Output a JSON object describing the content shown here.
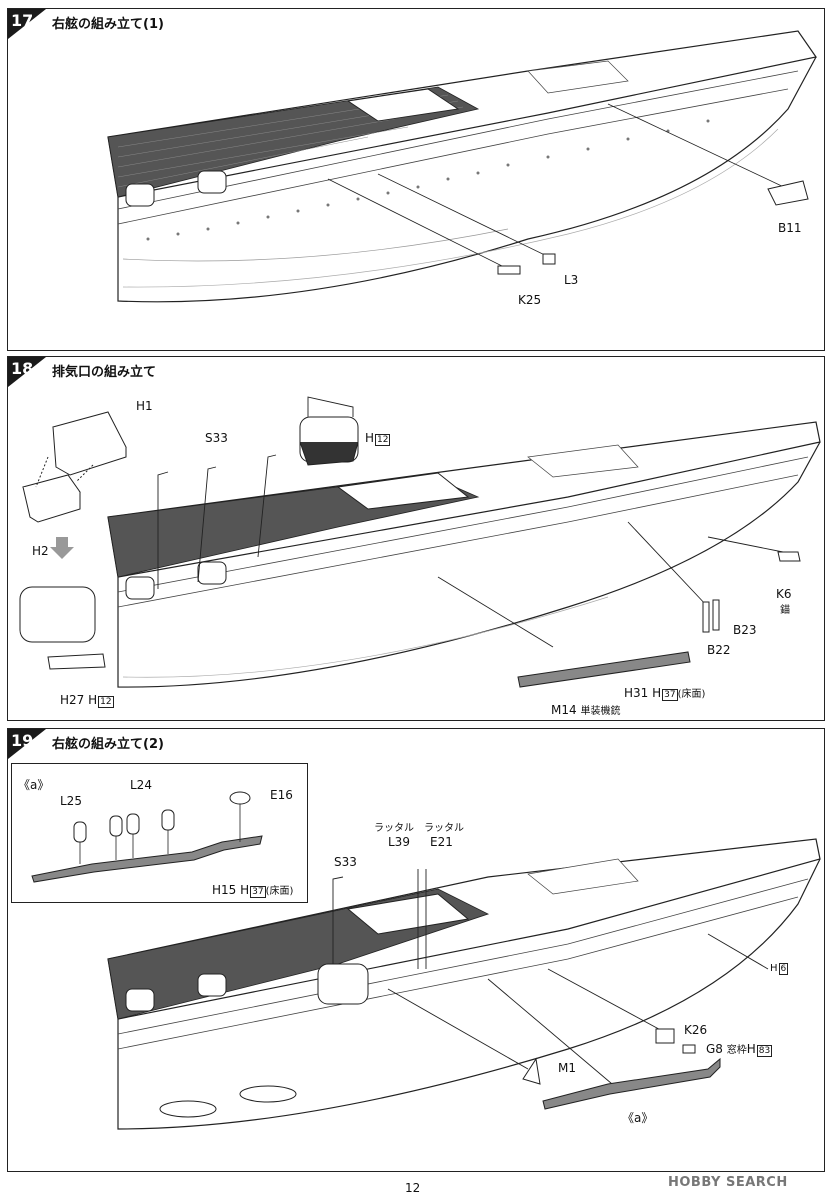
{
  "steps": [
    {
      "number": "17",
      "title": "右舷の組み立て(1)",
      "labels": {
        "b11": "B11",
        "l3": "L3",
        "k25": "K25"
      }
    },
    {
      "number": "18",
      "title": "排気口の組み立て",
      "labels": {
        "h1": "H1",
        "s33": "S33",
        "h_box": "H",
        "h_box_num": "12",
        "h2": "H2",
        "k6": "K6",
        "k6_note": "錨",
        "b23": "B23",
        "b22": "B22",
        "h27": "H27",
        "h27_box_prefix": "H",
        "h27_box_num": "12",
        "h31": "H31",
        "h31_box_prefix": "H",
        "h31_box_num": "37",
        "h31_note": "(床面)",
        "m14": "M14",
        "m14_note": "単装機銃"
      }
    },
    {
      "number": "19",
      "title": "右舷の組み立て(2)",
      "labels": {
        "sub_a": "《a》",
        "l25": "L25",
        "l24": "L24",
        "e16": "E16",
        "h15": "H15",
        "h15_box_prefix": "H",
        "h15_box_num": "37",
        "h15_note": "(床面)",
        "ladder1": "ラッタル",
        "ladder2": "ラッタル",
        "l39": "L39",
        "e21": "E21",
        "s33": "S33",
        "h6_prefix": "H",
        "h6_num": "6",
        "k26": "K26",
        "g8": "G8",
        "g8_note": "窓枠",
        "g8_box_prefix": "H",
        "g8_box_num": "83",
        "m1": "M1",
        "a_ref": "《a》"
      }
    }
  ],
  "page_number": "12",
  "watermark": "HOBBY SEARCH"
}
